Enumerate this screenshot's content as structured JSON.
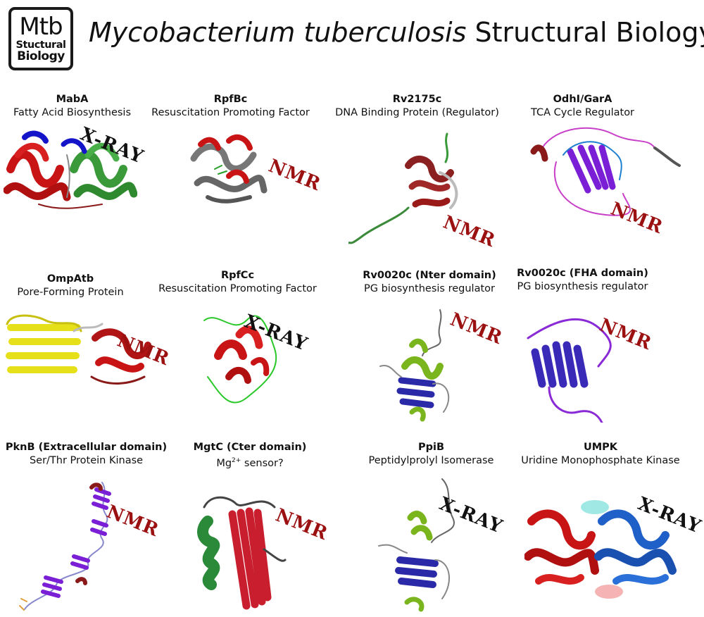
{
  "logo": {
    "line1": "Mtb",
    "line2": "Stuctural",
    "line3": "Biology"
  },
  "title": {
    "italic": "Mycobacterium tuberculosis",
    "rest": " Structural Biology"
  },
  "proteins": [
    {
      "name": "MabA",
      "desc": "Fatty Acid Biosynthesis",
      "method": "X-RAY"
    },
    {
      "name": "RpfBc",
      "desc": "Resuscitation Promoting Factor",
      "method": "NMR"
    },
    {
      "name": "Rv2175c",
      "desc": "DNA Binding Protein (Regulator)",
      "method": "NMR"
    },
    {
      "name": "OdhI/GarA",
      "desc": "TCA Cycle Regulator",
      "method": "NMR"
    },
    {
      "name": "OmpAtb",
      "desc": "Pore-Forming Protein",
      "method": "NMR"
    },
    {
      "name": "RpfCc",
      "desc": "Resuscitation Promoting Factor",
      "method": "X-RAY"
    },
    {
      "name": "Rv0020c (Nter domain)",
      "desc": "PG biosynthesis regulator",
      "method": "NMR"
    },
    {
      "name": "Rv0020c (FHA domain)",
      "desc": "PG biosynthesis regulator",
      "method": "NMR"
    },
    {
      "name": "PknB (Extracellular domain)",
      "desc": "Ser/Thr Protein Kinase",
      "method": "NMR"
    },
    {
      "name": "MgtC (Cter domain)",
      "desc_pre": "Mg",
      "desc_sup": "2+",
      "desc_post": " sensor?",
      "method": "NMR"
    },
    {
      "name": "PpiB",
      "desc": "Peptidylprolyl Isomerase",
      "method": "X-RAY"
    },
    {
      "name": "UMPK",
      "desc": "Uridine Monophosphate Kinase",
      "method": "X-RAY"
    }
  ],
  "colors": {
    "nmr_stamp": "#9b1010",
    "xray_stamp": "#111111",
    "helix_red": "#c81414",
    "strand_green": "#3a9a3a",
    "strand_purple": "#7a1fd6",
    "strand_blue": "#2a2aa8",
    "helix_lime": "#7ab51e",
    "yellow": "#e6e01a",
    "umpk_blue": "#1f5fc8",
    "loop_gray": "#666666"
  }
}
